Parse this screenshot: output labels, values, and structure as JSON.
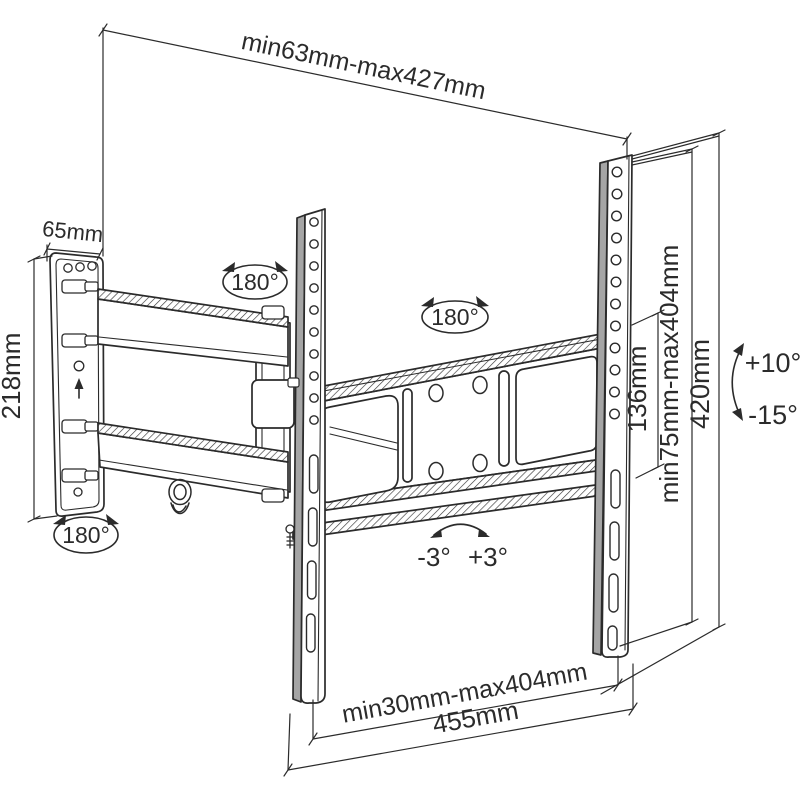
{
  "canvas": {
    "background": "#ffffff",
    "ink": "#2b2b2b",
    "metal_shade": "#a5a5a5"
  },
  "labels": {
    "extension_range": "min63mm-max427mm",
    "wall_plate_depth": "65mm",
    "wall_plate_height": "218mm",
    "swivel_top": "180°",
    "swivel_center": "180°",
    "swivel_bottom": "180°",
    "hole_span": "136mm",
    "vesa_vertical_range": "min75mm-max404mm",
    "bracket_height": "420mm",
    "tilt_up": "+10°",
    "tilt_down": "-15°",
    "level_minus": "-3°",
    "level_plus": "+3°",
    "vesa_horizontal_range": "min30mm-max404mm",
    "bracket_width": "455mm"
  }
}
